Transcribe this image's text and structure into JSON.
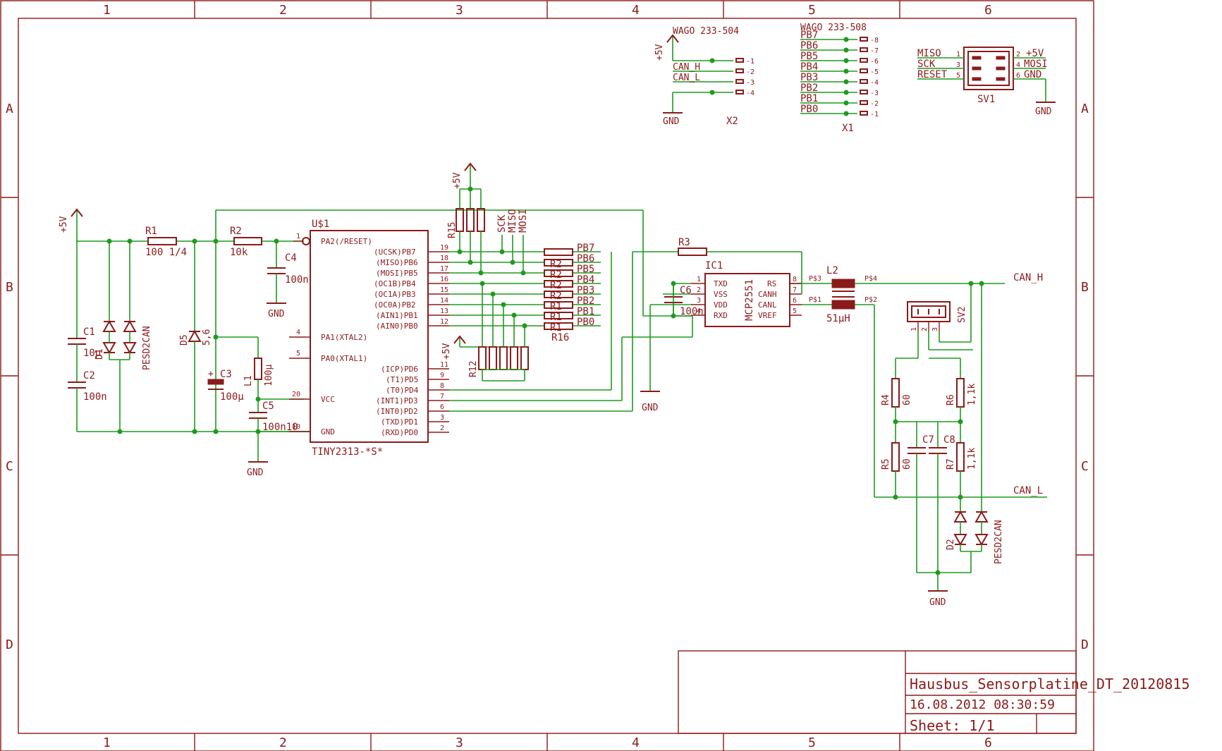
{
  "border": {
    "columns": [
      "1",
      "2",
      "3",
      "4",
      "5",
      "6"
    ],
    "rows": [
      "A",
      "B",
      "C",
      "D"
    ]
  },
  "title_block": {
    "title": "Hausbus_Sensorplatine_DT_20120815",
    "date": "16.08.2012  08:30:59",
    "sheet": "Sheet: 1/1"
  },
  "supplies": {
    "vcc": "+5V",
    "gnd": "GND"
  },
  "mcu": {
    "name": "U$1",
    "value": "TINY2313-*S*",
    "left_pins": [
      {
        "num": "1",
        "label": "PA2(/RESET)"
      },
      {
        "num": "4",
        "label": "PA1(XTAL2)"
      },
      {
        "num": "5",
        "label": "PA0(XTAL1)"
      },
      {
        "num": "20",
        "label": "VCC"
      },
      {
        "num": "10",
        "label": "GND"
      }
    ],
    "right_pins": [
      {
        "num": "19",
        "label": "(UCSK)PB7"
      },
      {
        "num": "18",
        "label": "(MISO)PB6"
      },
      {
        "num": "17",
        "label": "(MOSI)PB5"
      },
      {
        "num": "16",
        "label": "(OC1B)PB4"
      },
      {
        "num": "15",
        "label": "(OC1A)PB3"
      },
      {
        "num": "14",
        "label": "(OC0A)PB2"
      },
      {
        "num": "13",
        "label": "(AIN1)PB1"
      },
      {
        "num": "12",
        "label": "(AIN0)PB0"
      },
      {
        "num": "11",
        "label": "(ICP)PD6"
      },
      {
        "num": "9",
        "label": "(T1)PD5"
      },
      {
        "num": "8",
        "label": "(T0)PD4"
      },
      {
        "num": "7",
        "label": "(INT1)PD3"
      },
      {
        "num": "6",
        "label": "(INT0)PD2"
      },
      {
        "num": "3",
        "label": "(TXD)PD1"
      },
      {
        "num": "2",
        "label": "(RXD)PD0"
      }
    ]
  },
  "can_ic": {
    "name": "IC1",
    "value": "MCP2551",
    "left_pins": [
      {
        "num": "1",
        "label": "TXD"
      },
      {
        "num": "2",
        "label": "VSS"
      },
      {
        "num": "3",
        "label": "VDD"
      },
      {
        "num": "4",
        "label": "RXD"
      }
    ],
    "right_pins": [
      {
        "num": "8",
        "label": "RS"
      },
      {
        "num": "7",
        "label": "CANH"
      },
      {
        "num": "6",
        "label": "CANL"
      },
      {
        "num": "5",
        "label": "VREF"
      }
    ]
  },
  "components": {
    "r1": {
      "name": "R1",
      "value": "100 1/4"
    },
    "r2": {
      "name": "R2",
      "value": "10k"
    },
    "r3": {
      "name": "R3"
    },
    "r4": {
      "name": "R4",
      "value": "60"
    },
    "r5": {
      "name": "R5",
      "value": "60"
    },
    "r6": {
      "name": "R6",
      "value": "1,1k"
    },
    "r7": {
      "name": "R7",
      "value": "1,1k"
    },
    "r12": {
      "name": "R12"
    },
    "r15": {
      "name": "R15"
    },
    "r16": {
      "name": "R16"
    },
    "c1": {
      "name": "C1",
      "value": "10µ"
    },
    "c2": {
      "name": "C2",
      "value": "100n"
    },
    "c3": {
      "name": "C3",
      "value": "100µ"
    },
    "c4": {
      "name": "C4",
      "value": "100n"
    },
    "c5": {
      "name": "C5",
      "value": "100n10"
    },
    "c6": {
      "name": "C6",
      "value": "100n"
    },
    "c7": {
      "name": "C7"
    },
    "c8": {
      "name": "C8"
    },
    "l1": {
      "name": "L1",
      "value": "100µ"
    },
    "l2": {
      "name": "L2",
      "value": "51µH"
    },
    "d1": {
      "name": "D1",
      "value": "PESD2CAN"
    },
    "d2": {
      "name": "D2",
      "value": "PESD2CAN"
    },
    "d5": {
      "name": "D5",
      "value": "5,6"
    },
    "sv1": {
      "name": "SV1"
    },
    "sv2": {
      "name": "SV2"
    },
    "x1": {
      "name": "X1",
      "value": "WAGO 233-508"
    },
    "x2": {
      "name": "X2",
      "value": "WAGO 233-504"
    }
  },
  "resistor_labels": [
    "R2",
    "R2",
    "R2",
    "R2",
    "R1",
    "R1",
    "R1",
    "R1"
  ],
  "pb_nets": [
    "PB7",
    "PB6",
    "PB5",
    "PB4",
    "PB3",
    "PB2",
    "PB1",
    "PB0"
  ],
  "spi_nets": [
    "SCK",
    "MISO",
    "MOSI"
  ],
  "x1_pins": [
    {
      "net": "PB7",
      "pin": "-8"
    },
    {
      "net": "PB6",
      "pin": "-7"
    },
    {
      "net": "PB5",
      "pin": "-6"
    },
    {
      "net": "PB4",
      "pin": "-5"
    },
    {
      "net": "PB3",
      "pin": "-4"
    },
    {
      "net": "PB2",
      "pin": "-3"
    },
    {
      "net": "PB1",
      "pin": "-2"
    },
    {
      "net": "PB0",
      "pin": "-1"
    }
  ],
  "x2_pins": [
    {
      "net": "",
      "pin": "-1"
    },
    {
      "net": "CAN_H",
      "pin": "-2"
    },
    {
      "net": "CAN_L",
      "pin": "-3"
    },
    {
      "net": "",
      "pin": "-4"
    }
  ],
  "sv1_pins": [
    {
      "lnum": "1",
      "lnet": "MISO",
      "rnum": "2",
      "rnet": "+5V"
    },
    {
      "lnum": "3",
      "lnet": "SCK",
      "rnum": "4",
      "rnet": "MOSI"
    },
    {
      "lnum": "5",
      "lnet": "RESET",
      "rnum": "6",
      "rnet": "GND"
    }
  ],
  "sv2_pins": [
    "1",
    "2",
    "3"
  ],
  "l2_pins": {
    "p3": "P$3",
    "p4": "P$4",
    "p1": "P$1",
    "p2": "P$2"
  },
  "can_nets": {
    "high": "CAN_H",
    "low": "CAN_L"
  },
  "pin_misc": {
    "c3_plus": "+"
  }
}
